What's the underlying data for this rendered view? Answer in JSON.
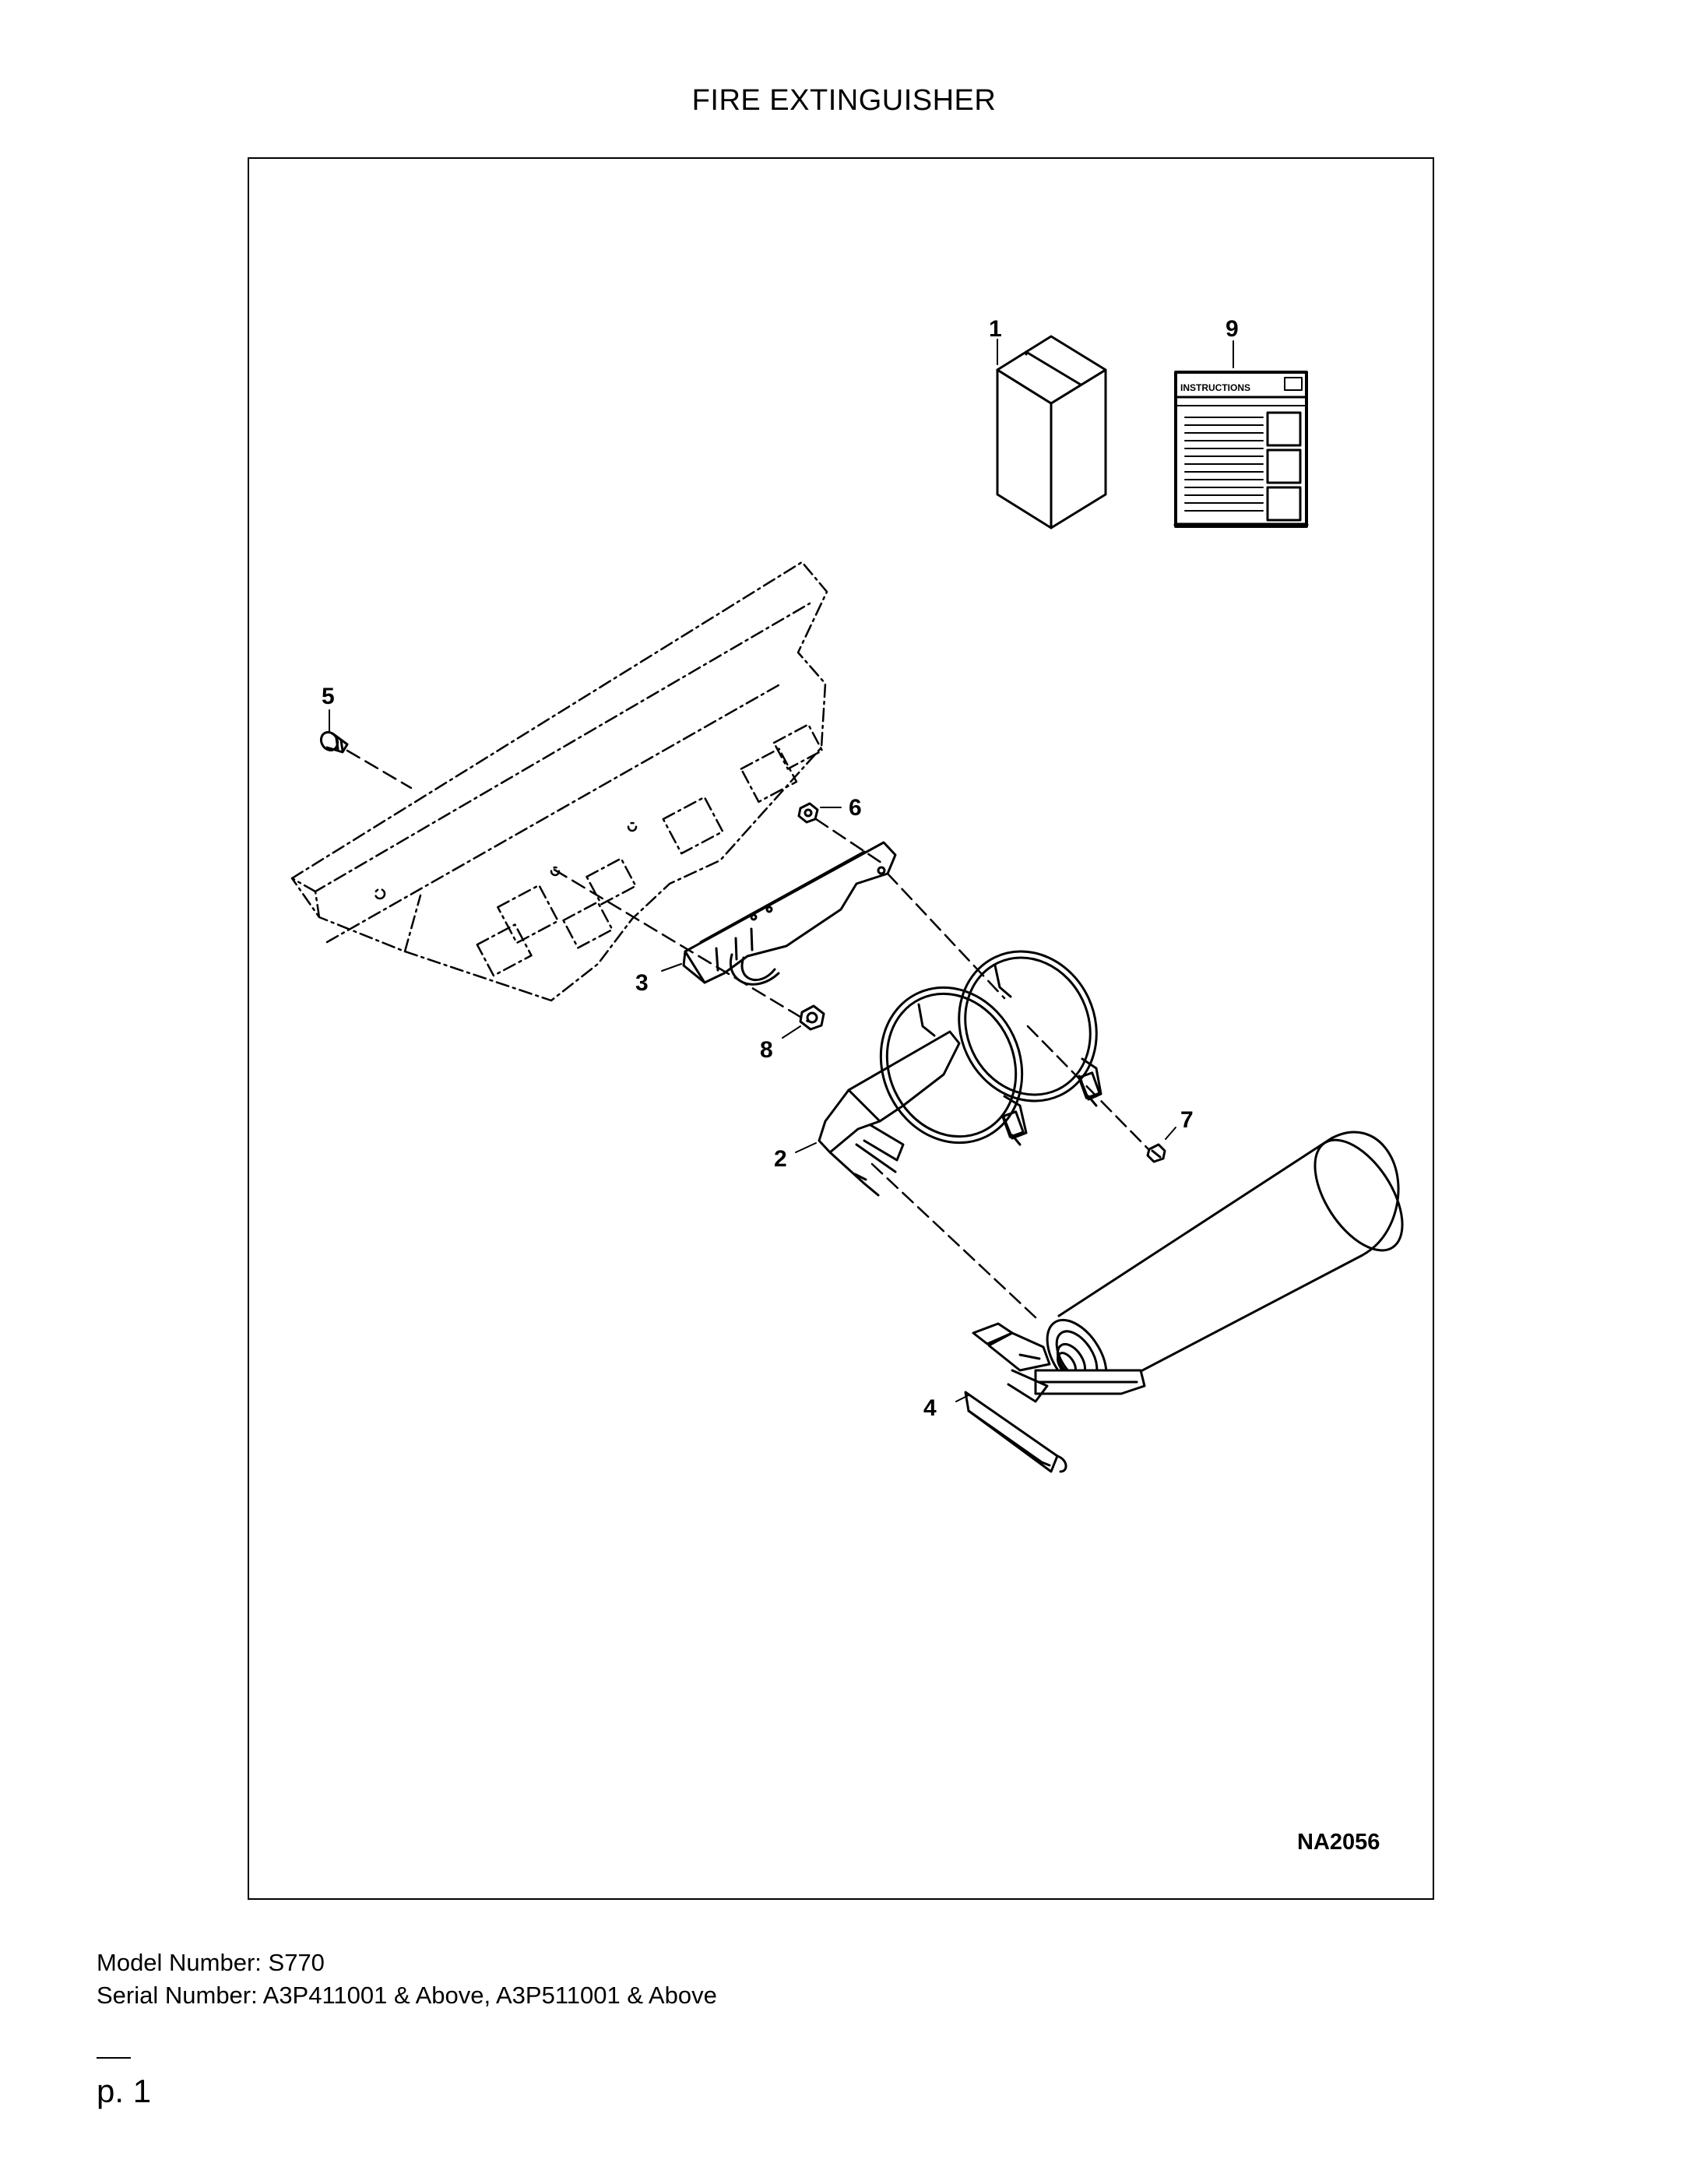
{
  "title": "FIRE EXTINGUISHER",
  "callouts": {
    "c1": "1",
    "c2": "2",
    "c3": "3",
    "c4": "4",
    "c5": "5",
    "c6": "6",
    "c7": "7",
    "c8": "8",
    "c9": "9"
  },
  "instructions_label": "INSTRUCTIONS",
  "drawing_code": "NA2056",
  "footer": {
    "model": "Model Number: S770",
    "serial": "Serial Number: A3P411001 & Above, A3P511001 & Above"
  },
  "page": "p. 1"
}
